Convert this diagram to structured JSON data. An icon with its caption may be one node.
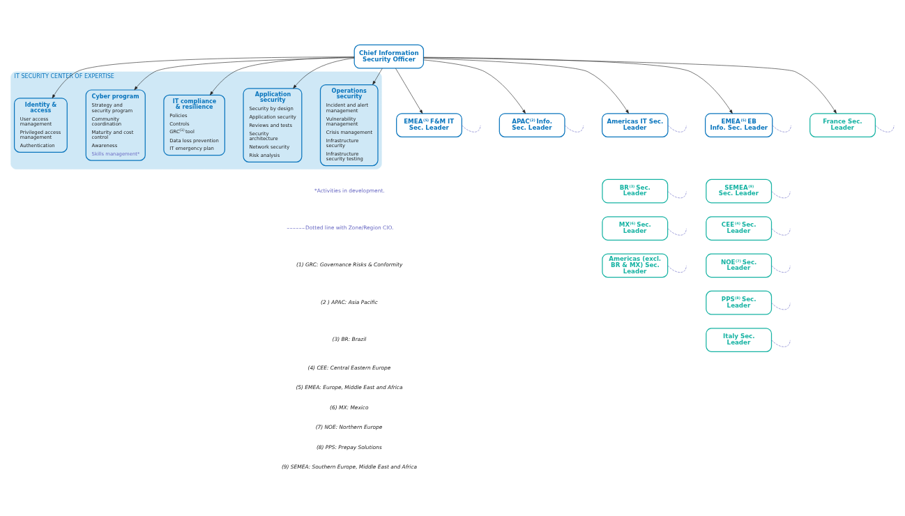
{
  "diagram": {
    "nodes": [
      {
        "text": [
          "Chief Information Security Officer"
        ]
      },
      {
        "text": [
          "IT SECURITY CENTER OF EXPERTISE"
        ]
      },
      {
        "text": [
          "Operations security",
          "Incident and alert management",
          "Vulnerability management",
          "Crisis management",
          "Infrastructure security",
          "Infrastructure security testing"
        ],
        "in": 1
      },
      {
        "text": [
          "Application security",
          "Security by design",
          "Application security",
          "Reviews and tests",
          "Security architecture",
          "Network security",
          "Risk analysis"
        ],
        "in": 1
      },
      {
        "text": [
          "IT compliance & resilience",
          "Policies",
          "Controls",
          "GRC$^{(1)}$ tool",
          "Data loss prevention",
          "IT emergency plan"
        ],
        "in": 1
      },
      {
        "text": [
          "Cyber program",
          "Strategy and security program",
          "Community coordination",
          "Maturity and cost control",
          "Awareness",
          "Skills management*"
        ],
        "in": 1
      },
      {
        "text": [
          "Identity & access",
          "User access management",
          "Privileged access management",
          "Authentication"
        ],
        "in": 1
      },
      {
        "text": [
          "EMEA$^{(5)}$ F&M IT Sec. Leader"
        ]
      },
      {
        "text": [
          "APAC$^{(2)}$ Info. Sec. Leader"
        ]
      },
      {
        "text": [
          "Americas IT Sec. Leader"
        ]
      },
      {
        "text": [
          "EMEA$^{(5)}$ EB Info. Sec. Leader"
        ]
      },
      {
        "text": [
          "BR$^{(3)}$ Sec. Leader"
        ]
      },
      {
        "text": [
          "SEMEA$^{(9)}$ Sec. Leader"
        ]
      },
      {
        "text": [
          "MX$^{(6)}$ Sec. Leader"
        ]
      },
      {
        "text": [
          "CEE$^{(4)}$ Sec. Leader"
        ]
      },
      {
        "text": [
          "Americas (excl. BR & MX) Sec. Leader"
        ]
      },
      {
        "text": [
          "NOE$^{(7)}$ Sec. Leader"
        ]
      },
      {
        "text": [
          "PPS$^{(8)}$ Sec. Leader"
        ]
      },
      {
        "text": [
          "France Sec. Leader"
        ]
      },
      {
        "text": [
          "Italy Sec. Leader"
        ]
      }
    ],
    "edges": [
      {
        "from": 0,
        "to": 2,
        "arrow": "to",
        "color": "#222222"
      },
      {
        "from": 0,
        "to": 3,
        "arrow": "to",
        "color": "#222222"
      },
      {
        "from": 0,
        "to": 4,
        "arrow": "to",
        "color": "#222222"
      },
      {
        "from": 0,
        "to": 5,
        "arrow": "to",
        "color": "#222222"
      },
      {
        "from": 0,
        "to": 6,
        "arrow": "to",
        "color": "#222222"
      },
      {
        "from": 0,
        "to": 7,
        "arrow": "to",
        "color": "#222222"
      },
      {
        "from": 0,
        "to": 9,
        "arrow": "to",
        "color": "#222222"
      },
      {
        "from": 0,
        "to": 8,
        "arrow": "to",
        "color": "#222222"
      },
      {
        "from": 0,
        "to": 10,
        "arrow": "to",
        "color": "#222222"
      },
      {
        "from": 0,
        "to": 18,
        "arrow": "to",
        "color": "#222222"
      },
      {
        "from": 7,
        "to": null,
        "arrow": "none",
        "style": "dashed",
        "color": "#6b6bc4"
      },
      {
        "from": 8,
        "to": null,
        "arrow": "none",
        "style": "dashed",
        "color": "#6b6bc4"
      },
      {
        "from": 9,
        "to": null,
        "arrow": "none",
        "style": "dashed",
        "color": "#6b6bc4"
      },
      {
        "from": 10,
        "to": null,
        "arrow": "none",
        "style": "dashed",
        "color": "#6b6bc4"
      },
      {
        "from": 11,
        "to": null,
        "arrow": "none",
        "style": "dashed",
        "color": "#6b6bc4"
      },
      {
        "from": 12,
        "to": null,
        "arrow": "none",
        "style": "dashed",
        "color": "#6b6bc4"
      },
      {
        "from": 13,
        "to": null,
        "arrow": "none",
        "style": "dashed",
        "color": "#6b6bc4"
      },
      {
        "from": 14,
        "to": null,
        "arrow": "none",
        "style": "dashed",
        "color": "#6b6bc4"
      },
      {
        "from": 15,
        "to": null,
        "arrow": "none",
        "style": "dashed",
        "color": "#6b6bc4"
      },
      {
        "from": 16,
        "to": null,
        "arrow": "none",
        "style": "dashed",
        "color": "#6b6bc4"
      },
      {
        "from": 17,
        "to": null,
        "arrow": "none",
        "style": "dashed",
        "color": "#6b6bc4"
      },
      {
        "from": 18,
        "to": null,
        "arrow": "none",
        "style": "dashed",
        "color": "#6b6bc4"
      },
      {
        "from": 19,
        "to": null,
        "arrow": "none",
        "style": "dashed",
        "color": "#6b6bc4"
      }
    ],
    "labels": [
      "*Activities in development.",
      "(1) GRC: Governance Risks & Conformity",
      "(2 ) APAC: Asia Pacific",
      "(3) BR: Brazil",
      "(4) CEE: Central Eastern Europe",
      "(5) EMEA: Europe, Middle East and Africa",
      "(6) MX: Mexico",
      "(7) NOE: Northern Europe",
      "(8) PPS: Prepay Solutions",
      "(9) SEMEA: Southern Europe, Middle East and Africa"
    ],
    "legend": [
      {
        "text": "Dotted line with Zone/Region CIO."
      }
    ]
  }
}
